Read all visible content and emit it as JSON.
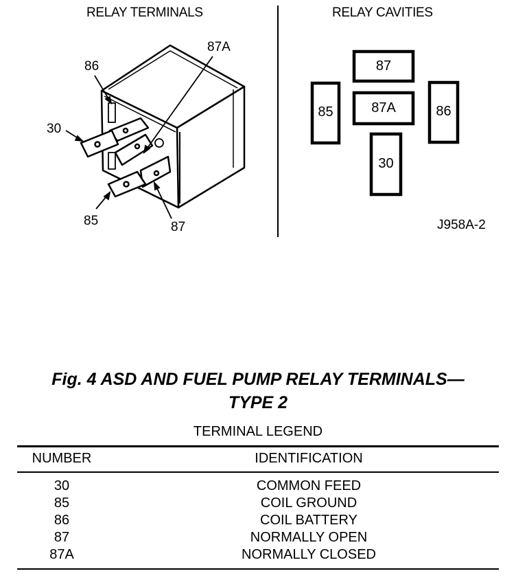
{
  "figure": {
    "left_header": "RELAY TERMINALS",
    "right_header": "RELAY CAVITIES",
    "terminal_labels": {
      "t86": "86",
      "t87a": "87A",
      "t30": "30",
      "t85": "85",
      "t87": "87"
    },
    "cavities": {
      "c87": "87",
      "c85": "85",
      "c87a": "87A",
      "c86": "86",
      "c30": "30"
    },
    "figure_id": "J958A-2"
  },
  "caption": {
    "line1": "Fig. 4 ASD AND FUEL PUMP RELAY TERMINALS—",
    "line2": "TYPE 2"
  },
  "legend": {
    "title": "TERMINAL LEGEND",
    "headers": {
      "number": "NUMBER",
      "identification": "IDENTIFICATION"
    },
    "rows": [
      {
        "number": "30",
        "identification": "COMMON FEED"
      },
      {
        "number": "85",
        "identification": "COIL GROUND"
      },
      {
        "number": "86",
        "identification": "COIL BATTERY"
      },
      {
        "number": "87",
        "identification": "NORMALLY OPEN"
      },
      {
        "number": "87A",
        "identification": "NORMALLY CLOSED"
      }
    ]
  }
}
